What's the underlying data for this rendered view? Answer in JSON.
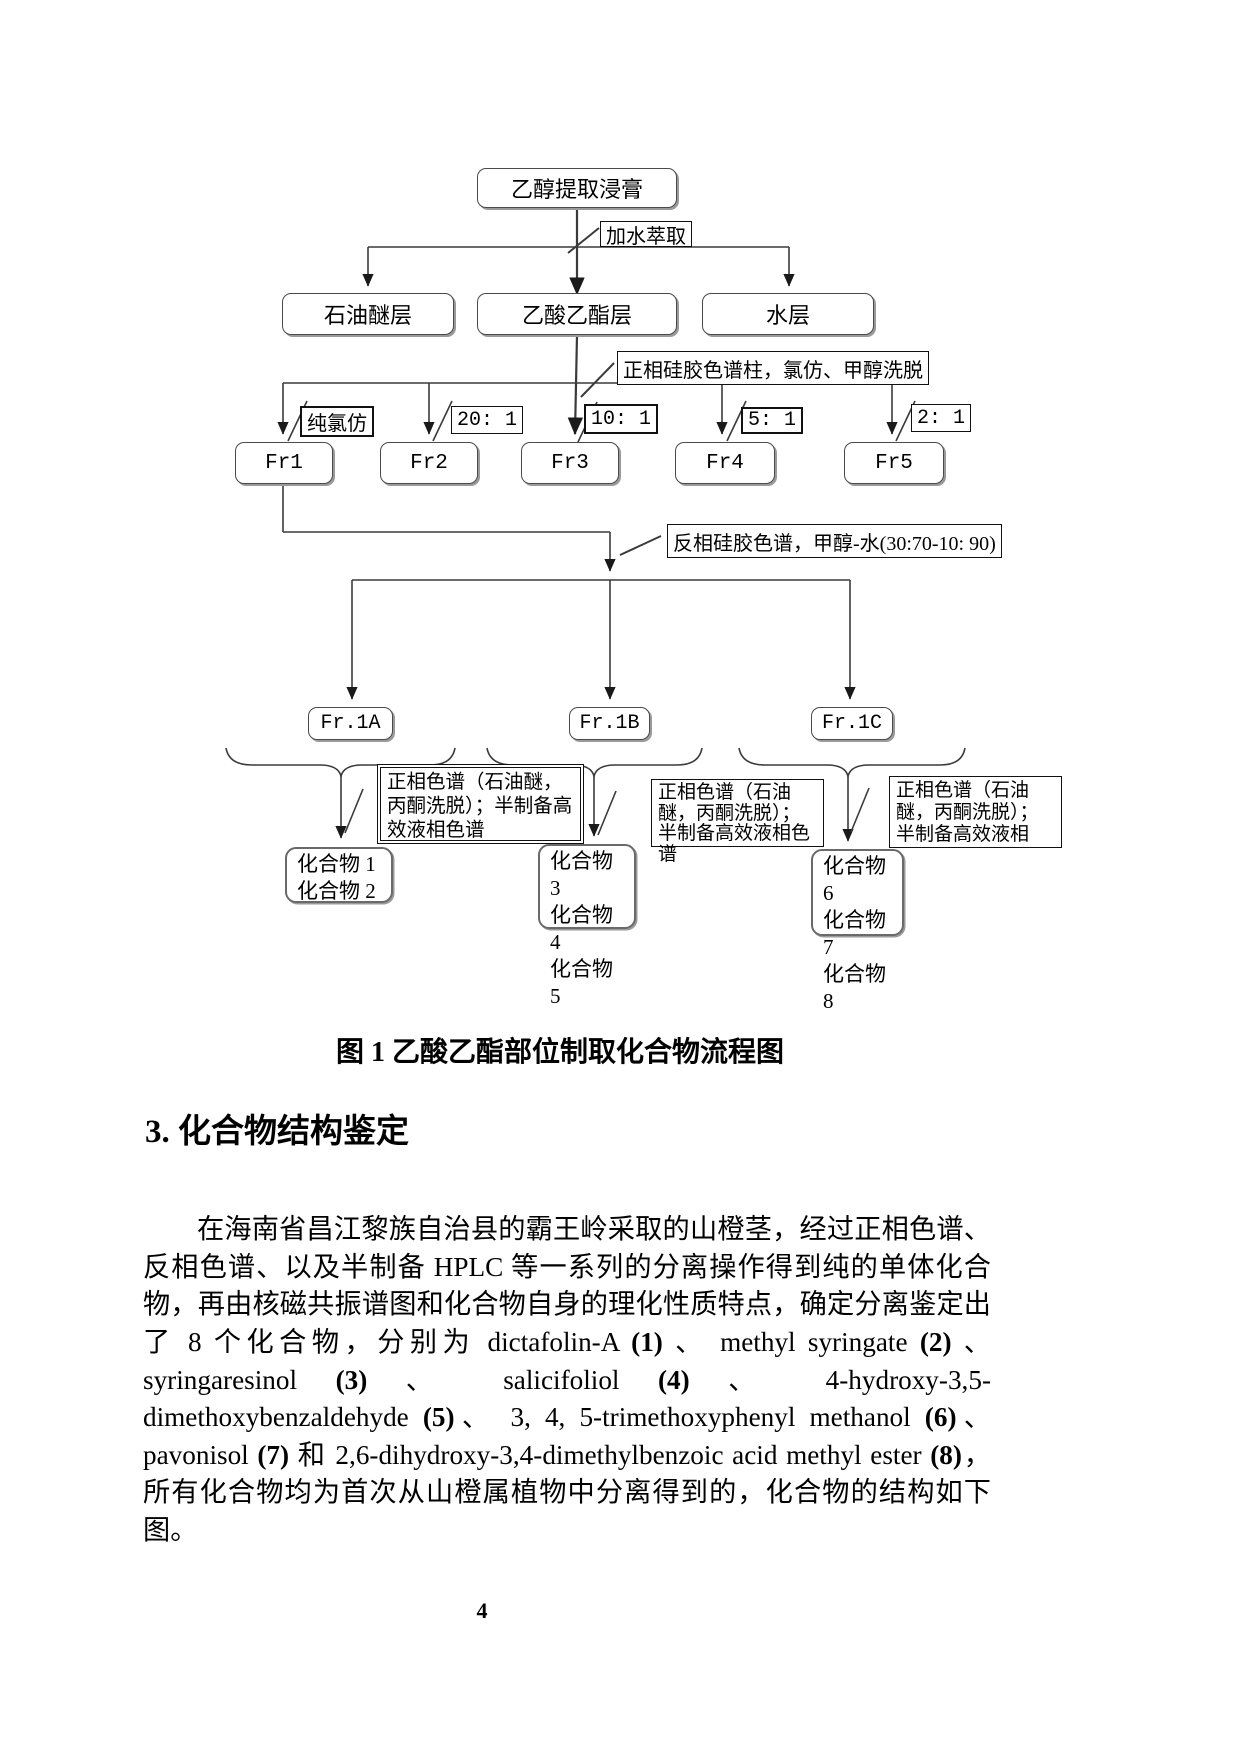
{
  "flowchart": {
    "root": "乙醇提取浸膏",
    "water_extract_label": "加水萃取",
    "layers": [
      "石油醚层",
      "乙酸乙酯层",
      "水层"
    ],
    "column_label": "正相硅胶色谱柱，氯仿、甲醇洗脱",
    "eluent_labels": [
      "纯氯仿",
      "20: 1",
      "10: 1",
      "5: 1",
      "2: 1"
    ],
    "fractions": [
      "Fr1",
      "Fr2",
      "Fr3",
      "Fr4",
      "Fr5"
    ],
    "reverse_label": "反相硅胶色谱，甲醇-水(30:70-10: 90)",
    "subfractions": [
      "Fr.1A",
      "Fr.1B",
      "Fr.1C"
    ],
    "methods": [
      "正相色谱（石油醚，丙酮洗脱）；半制备高效液相色谱",
      "正相色谱（石油醚，丙酮洗脱）；半制备高效液相色谱",
      "正相色谱（石油醚，丙酮洗脱）；半制备高效液相"
    ],
    "compounds": [
      [
        "化合物 1",
        "化合物 2"
      ],
      [
        "化合物 3",
        "化合物 4",
        "化合物 5"
      ],
      [
        "化合物 6",
        "化合物 7",
        "化合物 8"
      ]
    ]
  },
  "caption": "图 1 乙酸乙酯部位制取化合物流程图",
  "section_heading": "3. 化合物结构鉴定",
  "paragraph": {
    "segments": [
      {
        "text": "在海南省昌江黎族自治县的霸王岭采取的山橙茎，经过正相色谱、反相色谱、以及半制备 HPLC 等一系列的分离操作得到纯的单体化合物，再由核磁共振谱图和化合物自身的理化性质特点，确定分离鉴定出了 8 个化合物，分别为 dictafolin-A ",
        "bold": false
      },
      {
        "text": "(1)",
        "bold": true
      },
      {
        "text": " 、 methyl syringate ",
        "bold": false
      },
      {
        "text": "(2)",
        "bold": true
      },
      {
        "text": " 、 syringaresinol ",
        "bold": false
      },
      {
        "text": "(3)",
        "bold": true
      },
      {
        "text": " 、 salicifoliol ",
        "bold": false
      },
      {
        "text": "(4)",
        "bold": true
      },
      {
        "text": " 、 4-hydroxy-3,5-dimethoxybenzaldehyde ",
        "bold": false
      },
      {
        "text": "(5)",
        "bold": true
      },
      {
        "text": "、 3, 4, 5-trimethoxyphenyl methanol ",
        "bold": false
      },
      {
        "text": "(6)",
        "bold": true
      },
      {
        "text": "、 pavonisol ",
        "bold": false
      },
      {
        "text": "(7)",
        "bold": true
      },
      {
        "text": " 和 2,6-dihydroxy-3,4-dimethylbenzoic acid methyl ester ",
        "bold": false
      },
      {
        "text": "(8)",
        "bold": true
      },
      {
        "text": "，所有化合物均为首次从山橙属植物中分离得到的，化合物的结构如下图。",
        "bold": false
      }
    ]
  },
  "page_number": "4"
}
